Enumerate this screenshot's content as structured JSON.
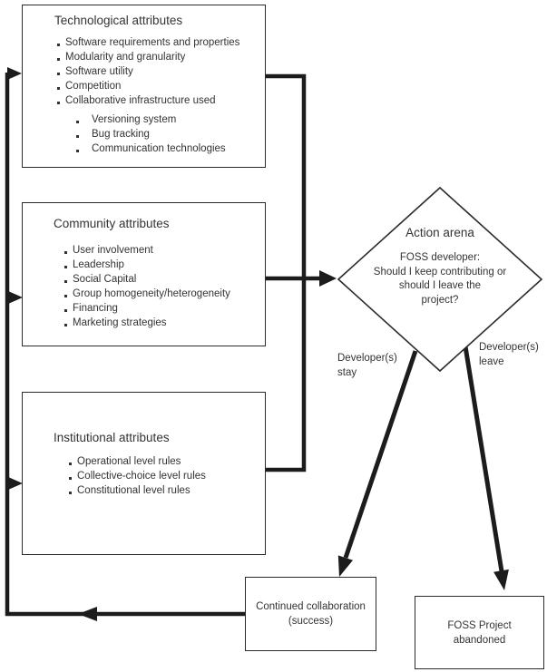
{
  "colors": {
    "line": "#1c1c1c",
    "text": "#333333",
    "background": "#ffffff"
  },
  "boxes": {
    "technological": {
      "title": "Technological attributes",
      "items": [
        "Software requirements and properties",
        "Modularity and granularity",
        "Software utility",
        "Competition",
        "Collaborative infrastructure used"
      ],
      "subitems": [
        "Versioning system",
        "Bug tracking",
        "Communication technologies"
      ]
    },
    "community": {
      "title": "Community attributes",
      "items": [
        "User involvement",
        "Leadership",
        "Social Capital",
        "Group homogeneity/heterogeneity",
        "Financing",
        "Marketing strategies"
      ]
    },
    "institutional": {
      "title": "Institutional attributes",
      "items": [
        "Operational level rules",
        "Collective-choice level rules",
        "Constitutional level rules"
      ]
    }
  },
  "diamond": {
    "title": "Action arena",
    "body_lines": [
      "FOSS developer:",
      "Should I keep contributing or",
      "should I leave the",
      "project?"
    ]
  },
  "edge_labels": {
    "stay_line1": "Developer(s)",
    "stay_line2": "stay",
    "leave_line1": "Developer(s)",
    "leave_line2": "leave"
  },
  "outcomes": {
    "success_line1": "Continued collaboration",
    "success_line2": "(success)",
    "abandoned_line1": "FOSS Project",
    "abandoned_line2": "abandoned"
  }
}
